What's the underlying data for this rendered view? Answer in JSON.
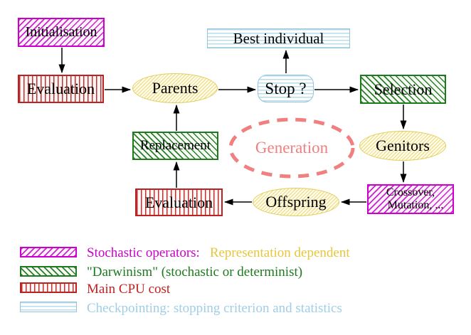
{
  "diagram": {
    "nodes": {
      "initialisation": "Initialisation",
      "evaluation_top": "Evaluation",
      "parents": "Parents",
      "best_individual": "Best individual",
      "stop": "Stop ?",
      "selection": "Selection",
      "replacement": "Replacement",
      "generation": "Generation",
      "genitors": "Genitors",
      "crossover_line1": "Crossover,",
      "crossover_line2": "Mutation, ...",
      "offspring": "Offspring",
      "evaluation_bottom": "Evaluation"
    }
  },
  "legend": {
    "items": [
      {
        "swatch_icon": "magenta-diagonal-hatch-swatch",
        "label": "Stochastic operators:",
        "label2": "Representation dependent"
      },
      {
        "swatch_icon": "green-diagonal-hatch-swatch",
        "label": "\"Darwinism\" (stochastic or determinist)"
      },
      {
        "swatch_icon": "red-vertical-stripe-swatch",
        "label": "Main CPU cost"
      },
      {
        "swatch_icon": "cyan-horizontal-stripe-swatch",
        "label": "Checkpointing: stopping criterion and statistics"
      }
    ]
  },
  "colors": {
    "stochastic_magenta": "#cc00cc",
    "darwinism_green": "#1e7a1e",
    "cpu_red": "#c41f1f",
    "checkpoint_cyan": "#9fcfe8",
    "representation_yellow": "#e8c63c",
    "generation_pink": "#f08080",
    "yellow_ellipse_border": "#e0cd5e",
    "arrow_black": "#000000"
  }
}
